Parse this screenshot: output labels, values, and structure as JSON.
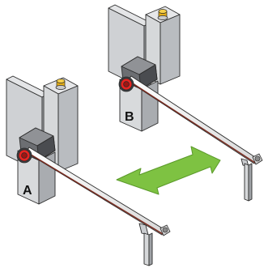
{
  "diagram": {
    "units": [
      {
        "id": "a",
        "label": "A"
      },
      {
        "id": "b",
        "label": "B"
      }
    ],
    "arrow": {
      "type": "double-headed",
      "color": "#7ec242"
    },
    "colors": {
      "panel": "#d3d5d8",
      "panel_dark": "#b6b9bd",
      "post_front": "#d8dadc",
      "post_side": "#a9acb0",
      "head": "#6c6e72",
      "head_dark": "#4a4c50",
      "lamp": "#e52421",
      "beacon": "#f0c12a",
      "boom": "#f4f4f4",
      "boom_stripe": "#7a2a1e",
      "outline": "#2a2a2a"
    }
  }
}
